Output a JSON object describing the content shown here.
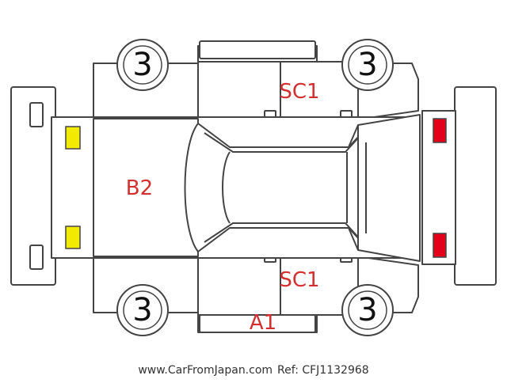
{
  "wheels": {
    "front_left": "3",
    "rear_left": "3",
    "front_right": "3",
    "rear_right": "3"
  },
  "damage_codes": {
    "roof_back": "B2",
    "door_upper": "SC1",
    "door_lower": "SC1",
    "rocker_lower": "A1"
  },
  "footer": {
    "website": "www.CarFromJapan.com",
    "ref": "Ref: CFJ1132968"
  },
  "colors": {
    "damage_text": "#d32f2f",
    "headlight": "#f2ea00",
    "taillight": "#e3001b",
    "outline": "#444444"
  }
}
